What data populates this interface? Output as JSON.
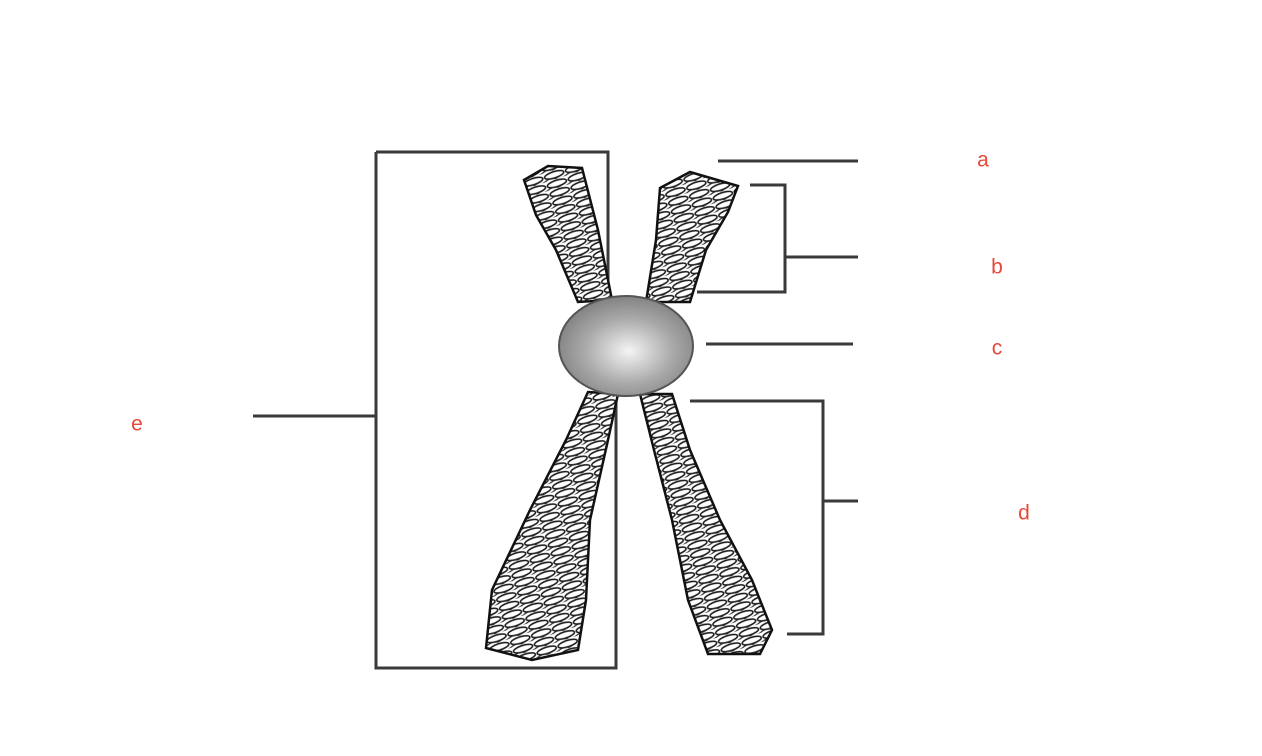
{
  "diagram": {
    "subject": "chromosome",
    "labels": {
      "a": "a",
      "b": "b",
      "c": "c",
      "d": "d",
      "e": "e"
    },
    "colors": {
      "label": "#e8483a",
      "lines": "#3a3a3a",
      "centromere": "#8e8e8e"
    }
  }
}
